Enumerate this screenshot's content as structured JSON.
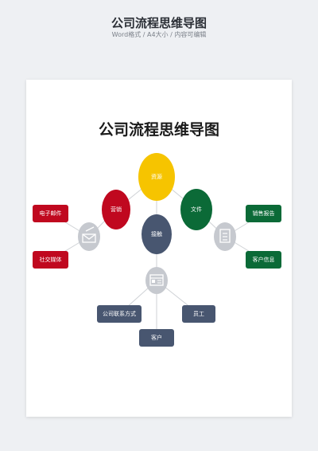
{
  "header": {
    "title": "公司流程思维导图",
    "subtitle": "Word格式 / A4大小 / 内容可编辑"
  },
  "doc": {
    "title": "公司流程思维导图"
  },
  "nodes": {
    "resources": "资源",
    "marketing": "营销",
    "documents": "文件",
    "contact": "接触",
    "email": "电子邮件",
    "social": "社交媒体",
    "sales_report": "销售报告",
    "customer_info": "客户信息",
    "company_contact": "公司联系方式",
    "employee": "员工",
    "customer": "客户"
  },
  "colors": {
    "yellow": "#f6c400",
    "red": "#c0081f",
    "green": "#0b6a37",
    "navy": "#485670",
    "grey": "#c6c9cf",
    "line": "#cfd2d6"
  }
}
